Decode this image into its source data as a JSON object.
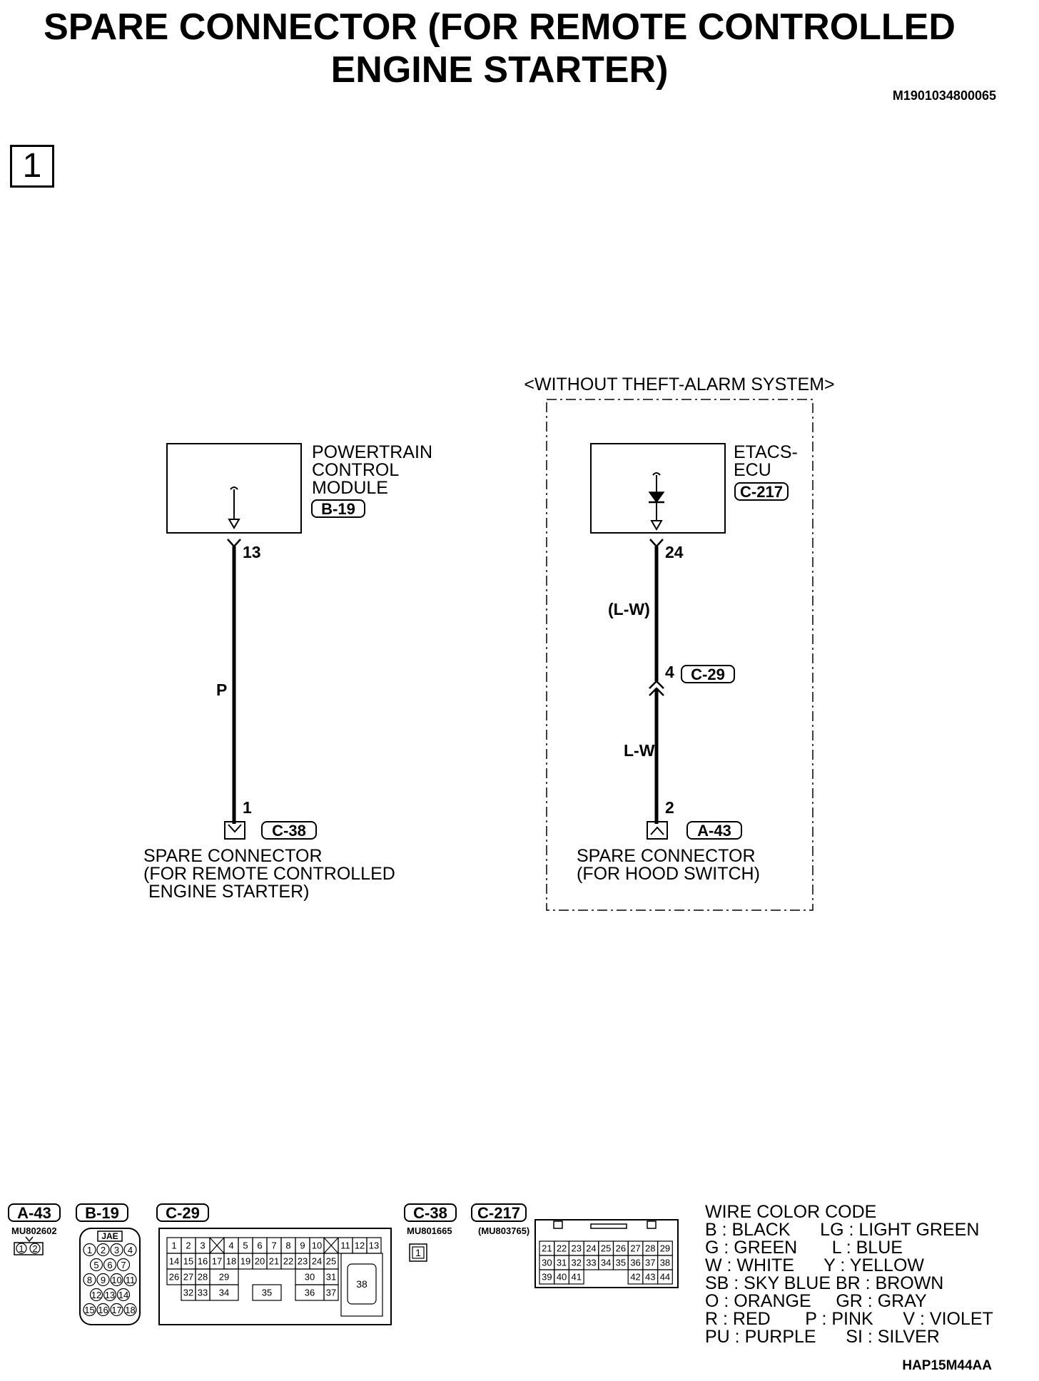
{
  "title_line1": "SPARE CONNECTOR (FOR REMOTE CONTROLLED",
  "title_line2": "ENGINE STARTER)",
  "doc_id": "M1901034800065",
  "step": "1",
  "left_circuit": {
    "module": [
      "POWERTRAIN",
      "CONTROL",
      "MODULE"
    ],
    "module_connector": "B-19",
    "module_pin": "13",
    "wire_color": "P",
    "spare_pin": "1",
    "spare_connector": "C-38",
    "spare_label": [
      "SPARE CONNECTOR",
      "(FOR REMOTE CONTROLLED",
      "ENGINE STARTER)"
    ]
  },
  "right_circuit": {
    "option_label": "<WITHOUT THEFT-ALARM SYSTEM>",
    "module": [
      "ETACS-",
      "ECU"
    ],
    "module_connector": "C-217",
    "module_pin": "24",
    "wire_color_upper": "(L-W)",
    "inline_pin": "4",
    "inline_connector": "C-29",
    "wire_color_lower": "L-W",
    "spare_pin": "2",
    "spare_connector": "A-43",
    "spare_label": [
      "SPARE CONNECTOR",
      "(FOR HOOD SWITCH)"
    ]
  },
  "connectors": {
    "a43": {
      "tag": "A-43",
      "part": "MU802602",
      "pins": [
        "1",
        "2"
      ]
    },
    "b19": {
      "tag": "B-19",
      "maker": "JAE",
      "rows": [
        [
          "1",
          "2",
          "3",
          "4"
        ],
        [
          "5",
          "6",
          "7"
        ],
        [
          "8",
          "9",
          "10",
          "11"
        ],
        [
          "12",
          "13",
          "14"
        ],
        [
          "15",
          "16",
          "17",
          "18"
        ]
      ]
    },
    "c29": {
      "tag": "C-29",
      "row1": [
        "1",
        "2",
        "3",
        "",
        "4",
        "5",
        "6",
        "7",
        "8",
        "9",
        "10",
        "",
        "11",
        "12",
        "13"
      ],
      "row2": [
        "14",
        "15",
        "16",
        "17",
        "18",
        "19",
        "20",
        "21",
        "22",
        "23",
        "24",
        "25"
      ],
      "row3": [
        "26",
        "27",
        "28",
        "29",
        "30",
        "31"
      ],
      "row4": [
        "32",
        "33",
        "34",
        "35",
        "36",
        "37"
      ],
      "big": "38"
    },
    "c38": {
      "tag": "C-38",
      "part": "MU801665",
      "pins": [
        "1"
      ]
    },
    "c217": {
      "tag": "C-217",
      "part": "(MU803765)",
      "row1": [
        "21",
        "22",
        "23",
        "24",
        "25",
        "26",
        "27",
        "28",
        "29"
      ],
      "row2": [
        "30",
        "31",
        "32",
        "33",
        "34",
        "35",
        "36",
        "37",
        "38"
      ],
      "row3": [
        "39",
        "40",
        "41",
        "42",
        "43",
        "44"
      ]
    }
  },
  "wire_color_code": {
    "title": "WIRE COLOR CODE",
    "lines": [
      "B : BLACK      LG : LIGHT GREEN",
      "G : GREEN       L : BLUE",
      "W : WHITE      Y : YELLOW",
      "SB : SKY BLUE BR : BROWN",
      "O : ORANGE     GR : GRAY",
      "R : RED       P : PINK      V : VIOLET",
      "PU : PURPLE      SI : SILVER"
    ]
  },
  "figure_id": "HAP15M44AA"
}
